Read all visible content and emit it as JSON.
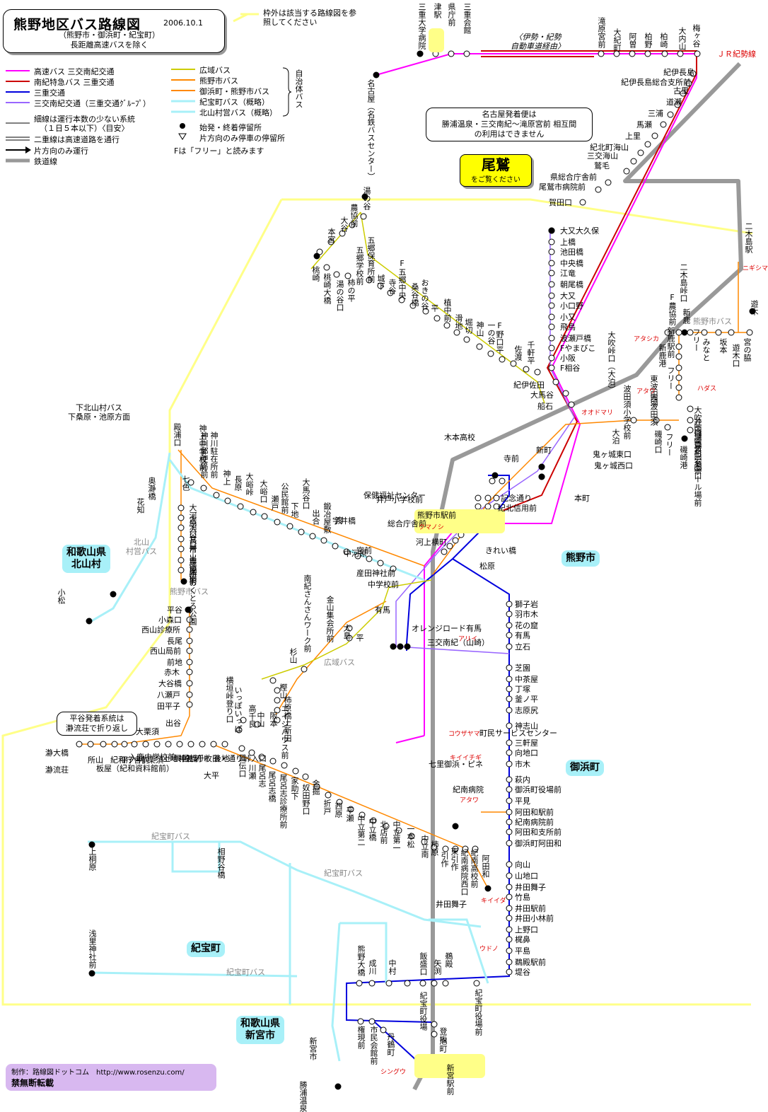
{
  "header": {
    "title": "熊野地区バス路線図",
    "date": "2006.10.1",
    "sub1": "（熊野市・御浜町・紀宝町）",
    "sub2": "長距離高速バスを除く",
    "outside_note": "枠外は該当する路線図を参照してください"
  },
  "legend": {
    "express": "高速バス 三交南紀交通",
    "nanki": "南紀特急バス 三重交通",
    "sanko": "三重交通",
    "sanko_group": "三交南紀交通（三重交通ｸﾞﾙｰﾌﾟ）",
    "koiki": "広域バス",
    "kumano_city": "熊野市バス",
    "mihama": "御浜町・熊野市バス",
    "kiho": "紀宝町バス（概略）",
    "kitayama": "北山村営バス（概略）",
    "jichitai": "自治体バス",
    "thin": "細線は運行本数の少ない系統",
    "thin2": "（１日５本以下）〈目安〉",
    "double": "二重線は高速道路を通行",
    "oneway": "片方向のみ運行",
    "rail": "鉄道線",
    "terminal": "始発・終着停留所",
    "oneway_stop": "片方向のみ停車の停留所",
    "f_note": "Fは「フリー」と読みます"
  },
  "colors": {
    "express": "#ff00ff",
    "nanki": "#cc0000",
    "sanko": "#0000dd",
    "sanko_group": "#9966ff",
    "koiki": "#cccc00",
    "kumano_city": "#ff8800",
    "mihama": "#ff8800",
    "kiho": "#a8f0f8",
    "kitayama": "#a8f0f8",
    "rail": "#999999",
    "frame": "#ffff88"
  },
  "notes": {
    "nagoya": "名古屋発着便は\n勝浦温泉・三交南紀〜滝原宮前 相互間\nの利用はできません",
    "owase_big": "尾鷲",
    "owase_small": "をご覧ください",
    "shimokitayama": "下北山村バス\n下桑原・池原方面",
    "hiratani": "平谷発着系統は\n瀞流荘で折り返し",
    "expressway": "〈伊勢・紀勢\n自動車道経由〉",
    "jr_kisei": "ＪＲ紀勢線"
  },
  "regions": {
    "kitayama": "和歌山県\n北山村",
    "kumano": "熊野市",
    "mihama": "御浜町",
    "kiho": "紀宝町",
    "shingu": "和歌山県\n新宮市"
  },
  "credit": {
    "line1": "制作：路線図ドットコム　http://www.rosenzu.com/",
    "line2": "禁無断転載"
  },
  "route_labels": {
    "kitayama_bus": "北山\n村営バス",
    "kumano_bus1": "熊野市バス",
    "kumano_bus2": "熊野市バス",
    "koiki": "広域バス",
    "kiho1": "紀宝町バス",
    "kiho2": "紀宝町バス",
    "kiho3": "紀宝町バス"
  },
  "stops": {
    "top": [
      "三重大学病院",
      "津駅",
      "県庁前",
      "三重会館",
      "滝原宮前",
      "大紀町",
      "阿曽",
      "柏野",
      "柏崎",
      "大内山",
      "梅ヶ谷"
    ],
    "nagoya": "名古屋（名鉄バスセンター）",
    "coast": [
      "紀伊長島",
      "紀伊長島総合支所前",
      "古里",
      "道瀬",
      "三浦",
      "馬瀬",
      "上里",
      "紀北町海山",
      "三交海山",
      "鷲毛",
      "県総合庁舎前",
      "尾鷲市病院前",
      "賀田口"
    ],
    "south": [
      "大又大久保",
      "上橋",
      "池田橋",
      "中央橋",
      "江竜",
      "朝尾橋",
      "大又",
      "小口野",
      "小又",
      "飛鳥",
      "波瀬戸橋",
      "Fやまびこ",
      "小阪",
      "F相谷",
      "紀伊佐田",
      "大馬谷",
      "船石"
    ],
    "kiwa": [
      "湯の谷",
      "農協前",
      "大谷",
      "本宮",
      "桃崎",
      "桃崎大橋",
      "湯の谷口",
      "柿の平",
      "五郷保育所前",
      "五郷学校前",
      "城下",
      "寺谷",
      "F五郷中央",
      "桑谷橋",
      "おきの谷",
      "平",
      "植中前",
      "滑地",
      "堀切",
      "神山",
      "一の谷",
      "F野口平",
      "佐渡",
      "千軒平"
    ],
    "nigishima": [
      "二木島駅",
      "二木島峠口",
      "遊木",
      "F農協前",
      "新鹿",
      "新鹿駅前",
      "新鹿港",
      "フリー",
      "みなと",
      "坂本",
      "遊木口",
      "宮の脇",
      "大吹峠口（大泊）",
      "フリー",
      "東波田須",
      "波田須小学校前",
      "西波田須",
      "大吹峠口（波田須）",
      "井内浦農村公園口",
      "磯崎ゲートボール場前",
      "大泊",
      "磯崎口",
      "フリー",
      "磯崎港"
    ],
    "kumanocity": [
      "木本高校",
      "寺前",
      "新町",
      "鬼ヶ城東口",
      "鬼ヶ城西口",
      "記念通り",
      "紀北信用前",
      "熊野市駅前",
      "本町",
      "きれい橋",
      "松原",
      "河上横町",
      "中河原",
      "宮前",
      "宇井橋",
      "総合庁舎前",
      "井戸小学校前",
      "保健福祉センター",
      "産田神社前",
      "中学校前",
      "有馬",
      "オレンジロード有馬",
      "三交南紀（山崎）"
    ],
    "kitayamaline": [
      "殿浦口",
      "神上中学校前",
      "神川郵便局前",
      "神川駐在所前",
      "神上",
      "長原",
      "大峪峠",
      "大峪口",
      "公民館前",
      "瀬戸",
      "下地",
      "大馬谷口",
      "出合",
      "鍛冶屋敷",
      "渡",
      "七色",
      "奥瀞橋",
      "花知",
      "大河原",
      "大沼口",
      "入谷口",
      "長井",
      "市出張所前",
      "農協前",
      "尾川",
      "おくとろ公園",
      "小松"
    ],
    "hiratani": [
      "平谷",
      "小森口",
      "西山診療所",
      "長尾",
      "西山局前",
      "前地",
      "赤木",
      "大谷橋",
      "八瀬戸",
      "田平子",
      "出谷",
      "大栗須",
      "瀞大橋",
      "瀞流荘",
      "所山",
      "板屋（紀和資料館前）",
      "紀和庁舎前",
      "平ノ平",
      "入鹿中学校前",
      "小栗須",
      "上地神社前",
      "興国橋",
      "矢ノ川",
      "千枚田・通り峠入口",
      "大平",
      "後地"
    ],
    "central": [
      "金山集会所前",
      "大島",
      "平",
      "杉山",
      "南紀さんさんワーク前",
      "横垣峠登り口",
      "樫山",
      "柿原橋",
      "エイジハウス前",
      "阪本",
      "上新田",
      "中山",
      "高千良",
      "いっぽいっぽ"
    ],
    "fuuden": [
      "風伝口",
      "川瀬",
      "尾呂志",
      "尾呂志橋",
      "尾呂志診療所前",
      "家助下",
      "奴田野口",
      "金掘",
      "折戸",
      "西原",
      "平瀬",
      "中立第二",
      "中立橋",
      "北店前",
      "中立第一",
      "一本松",
      "中立南",
      "柿原",
      "引作",
      "東引作",
      "紀南病院西口",
      "紀南高校前",
      "阿田和"
    ],
    "mihama": [
      "獅子岩",
      "羽市木",
      "花の窟",
      "有馬",
      "立石",
      "芝園",
      "中茶屋",
      "丁塚",
      "釜ノ平",
      "志原尻",
      "神志山",
      "三軒屋",
      "向地口",
      "市木",
      "萩内",
      "御浜町役場前",
      "平見",
      "阿田和駅前",
      "紀南病院前",
      "阿田和支所前",
      "御浜町阿田和",
      "向山",
      "山地口",
      "井田舞子",
      "竹島",
      "井田駅前",
      "井田小林前",
      "上野口",
      "梶鼻",
      "平島",
      "鵜殿駅前",
      "堤谷",
      "町民サービスセンター",
      "七里御浜・ピネ",
      "紀南病院",
      "井田舞子"
    ],
    "kiho": [
      "上桐原",
      "相野谷橋",
      "浅里神社前",
      "熊野大橋",
      "成川",
      "中村",
      "飯盛口",
      "矢渕",
      "鵜殿",
      "紀宝町役場",
      "紀宝町役場前",
      "新宮市",
      "権現前",
      "市民会館前",
      "丹鶴町",
      "登坂",
      "旭町",
      "新宮駅前",
      "勝浦温泉"
    ],
    "kana": [
      "アタワ",
      "ハダス",
      "オオドマリ",
      "クマノシ",
      "アリイ",
      "コウザヤマ",
      "キイイチギ",
      "アタワ",
      "キイイダ",
      "ウドノ",
      "シングウ",
      "ニギシマ",
      "アタシカ"
    ]
  }
}
